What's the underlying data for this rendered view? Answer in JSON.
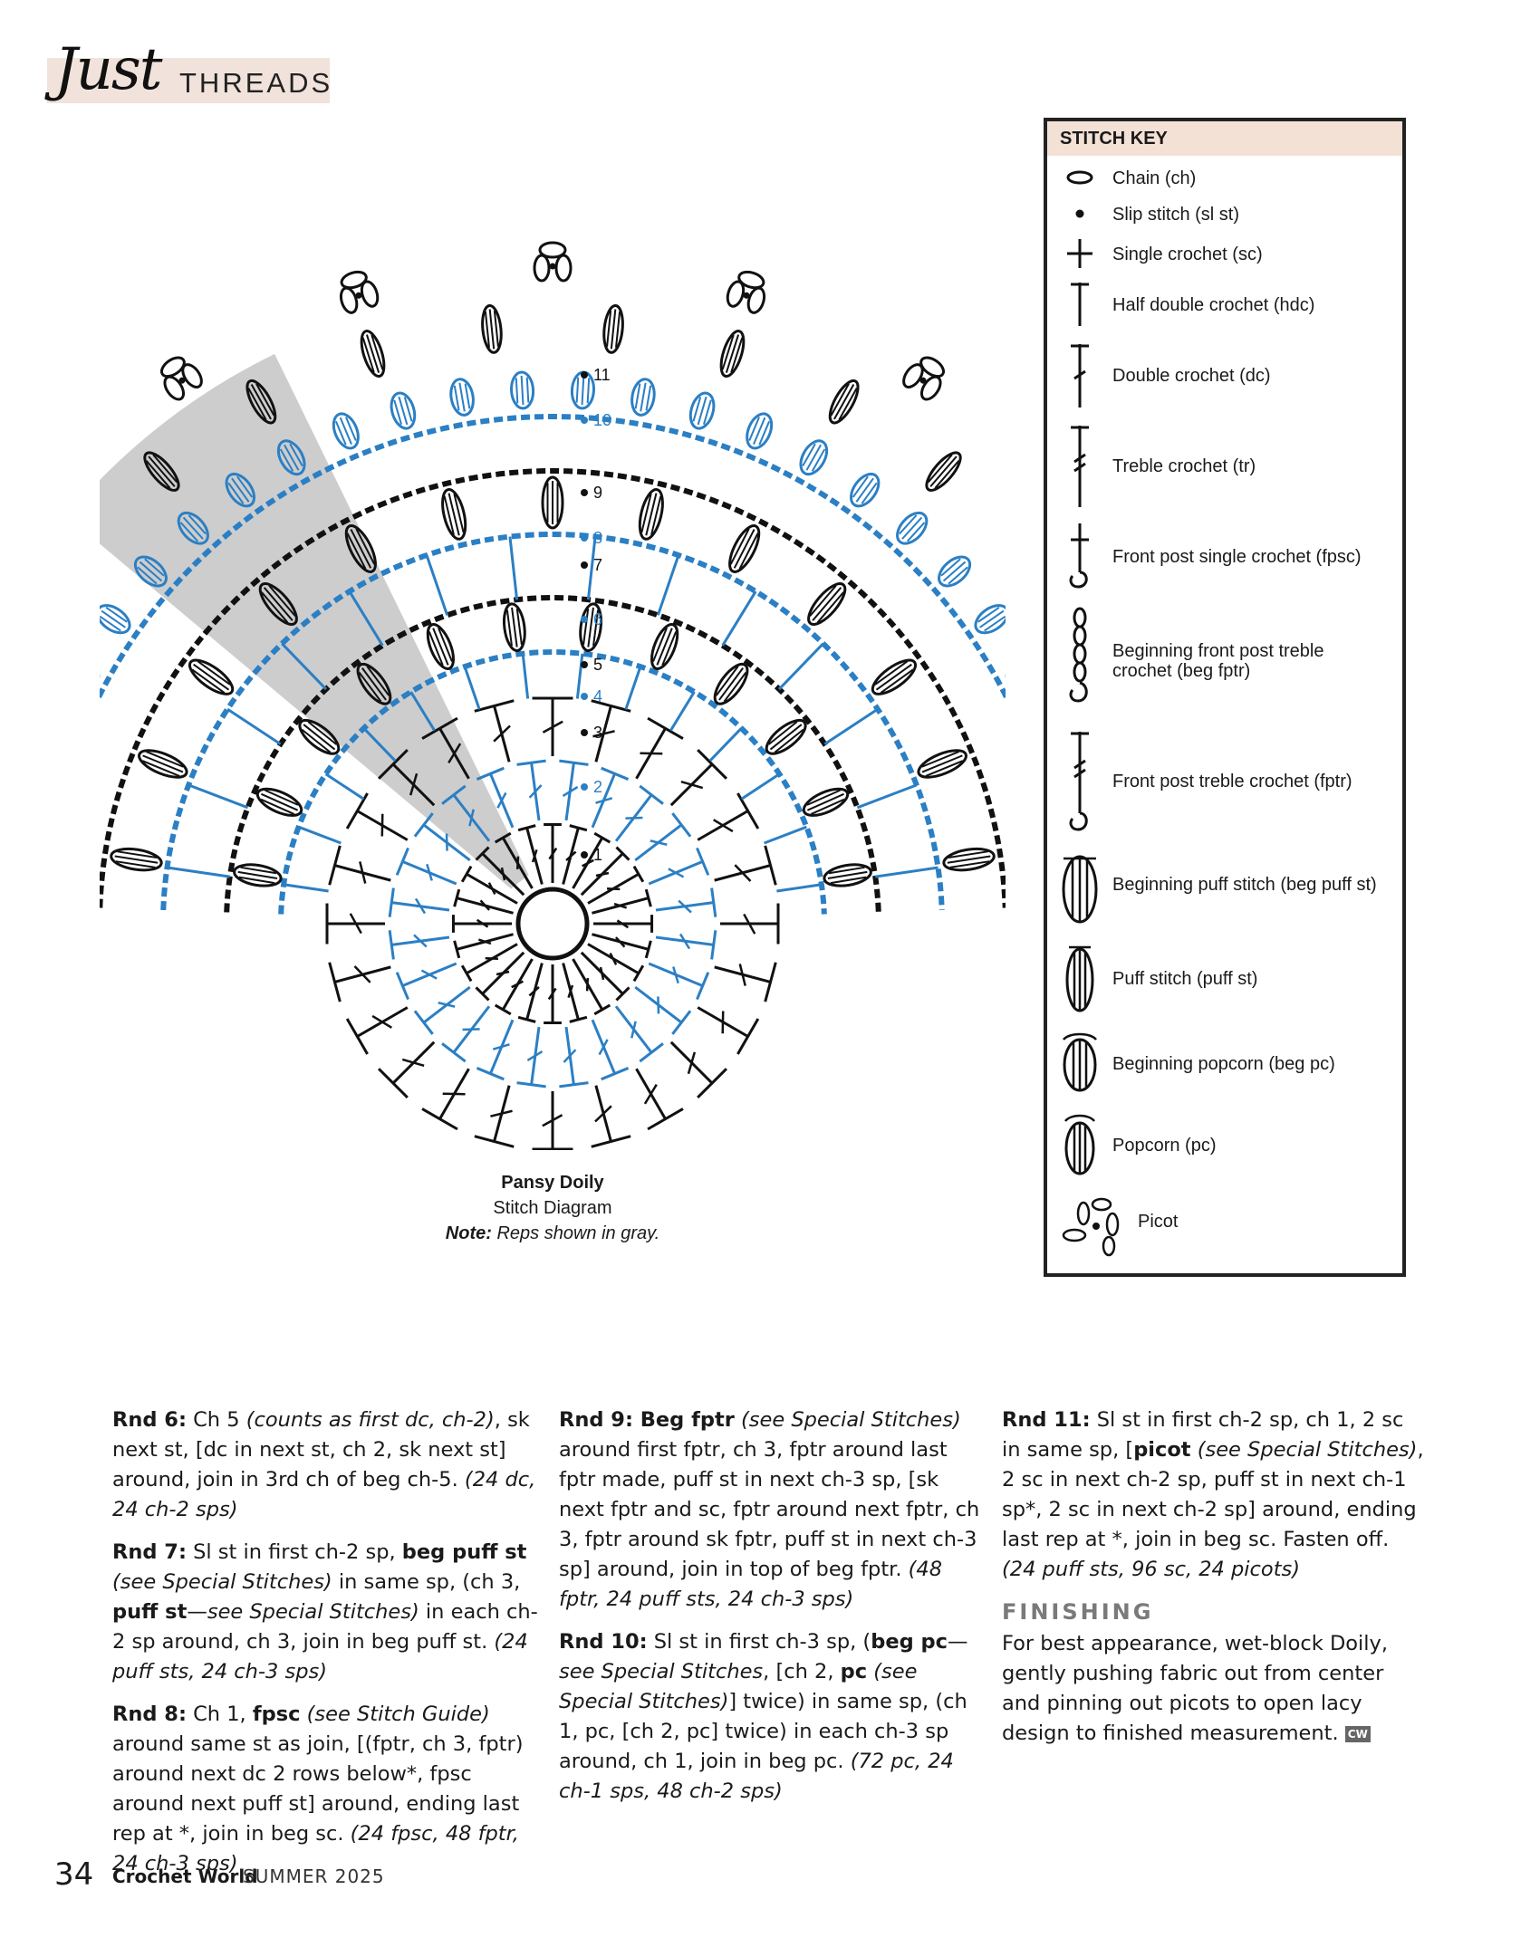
{
  "header": {
    "brand_script": "Just",
    "brand_caps": "THREADS"
  },
  "diagram": {
    "round_numbers": [
      "1",
      "2",
      "3",
      "4",
      "5",
      "6",
      "7",
      "8",
      "9",
      "10",
      "11"
    ],
    "colors": {
      "black": "#111111",
      "blue": "#2b7fc4",
      "gray": "#c8c8c8"
    }
  },
  "caption": {
    "title": "Pansy Doily",
    "subtitle": "Stitch Diagram",
    "note_label": "Note:",
    "note_text": " Reps shown in gray."
  },
  "stitch_key": {
    "title": "STITCH KEY",
    "items": [
      {
        "icon": "chain-icon",
        "label": "Chain (ch)"
      },
      {
        "icon": "slip-stitch-icon",
        "label": "Slip stitch (sl st)"
      },
      {
        "icon": "single-crochet-icon",
        "label": "Single crochet (sc)"
      },
      {
        "icon": "half-double-crochet-icon",
        "label": "Half double crochet (hdc)"
      },
      {
        "icon": "double-crochet-icon",
        "label": "Double crochet (dc)"
      },
      {
        "icon": "treble-crochet-icon",
        "label": "Treble crochet (tr)"
      },
      {
        "icon": "fpsc-icon",
        "label": "Front post single crochet (fpsc)"
      },
      {
        "icon": "beg-fptr-icon",
        "label": "Beginning front post treble crochet (beg fptr)"
      },
      {
        "icon": "fptr-icon",
        "label": "Front post treble crochet (fptr)"
      },
      {
        "icon": "beg-puff-icon",
        "label": "Beginning puff stitch (beg puff st)"
      },
      {
        "icon": "puff-icon",
        "label": "Puff stitch (puff st)"
      },
      {
        "icon": "beg-popcorn-icon",
        "label": "Beginning popcorn (beg pc)"
      },
      {
        "icon": "popcorn-icon",
        "label": "Popcorn (pc)"
      },
      {
        "icon": "picot-icon",
        "label": "Picot"
      }
    ]
  },
  "instructions": {
    "rnd6": {
      "label": "Rnd 6:",
      "t1": " Ch 5 ",
      "i1": "(counts as first dc, ch-2)",
      "t2": ", sk next st, [dc in next st, ch 2, sk next st] around, join in 3rd ch of beg ch-5. ",
      "i2": "(24 dc, 24 ch-2 sps)"
    },
    "rnd7": {
      "label": "Rnd 7:",
      "t1": " Sl st in first ch-2 sp, ",
      "b1": "beg puff st",
      "i1": " (see Special Stitches)",
      "t2": " in same sp, (ch 3, ",
      "b2": "puff st",
      "t3": "—",
      "i2": "see Special Stitches)",
      "t4": " in each ch-2 sp around, ch 3, join in beg puff st. ",
      "i3": "(24 puff sts, 24 ch-3 sps)"
    },
    "rnd8": {
      "label": "Rnd 8:",
      "t1": " Ch 1, ",
      "b1": "fpsc",
      "i1": " (see Stitch Guide)",
      "t2": " around same st as join, [(fptr, ch 3, fptr) around next dc 2 rows below*, fpsc around next puff st] around, ending last rep at *, join in beg sc. ",
      "i2": "(24 fpsc, 48 fptr, 24 ch-3 sps)"
    },
    "rnd9": {
      "label": "Rnd 9:",
      "b1": " Beg fptr",
      "i1": " (see Special Stitches)",
      "t1": " around first fptr, ch 3, fptr around last fptr made, puff st in next ch-3 sp, [sk next fptr and sc, fptr around next fptr, ch 3, fptr around sk fptr, puff st in next ch-3 sp] around, join in top of beg fptr. ",
      "i2": "(48 fptr, 24 puff sts, 24 ch-3 sps)"
    },
    "rnd10": {
      "label": "Rnd 10:",
      "t1": " Sl st in first ch-3 sp, (",
      "b1": "beg pc",
      "t2": "—",
      "i1": "see Special Stitches",
      "t3": ", [ch 2, ",
      "b2": "pc",
      "i2": " (see Special Stitches)",
      "t4": "] twice) in same sp, (ch 1, pc, [ch 2, pc] twice) in each ch-3 sp around, ch 1, join in beg pc. ",
      "i3": "(72 pc, 24 ch-1 sps, 48 ch-2 sps)"
    },
    "rnd11": {
      "label": "Rnd 11:",
      "t1": " Sl st in first ch-2 sp, ch 1, 2 sc in same sp, [",
      "b1": "picot",
      "i1": " (see Special Stitches)",
      "t2": ", 2 sc in next ch-2 sp, puff st in next ch-1 sp*, 2 sc in next ch-2 sp] around, ending last rep at *, join in beg sc. Fasten off. ",
      "i2": "(24 puff sts, 96 sc, 24 picots)"
    },
    "finishing_head": "FINISHING",
    "finishing_text": "For best appearance, wet-block Doily, gently pushing fabric out from center and pinning out picots to open lacy design to finished measurement.",
    "badge": "CW"
  },
  "footer": {
    "page_number": "34",
    "magazine": "Crochet World",
    "issue": "SUMMER 2025"
  }
}
